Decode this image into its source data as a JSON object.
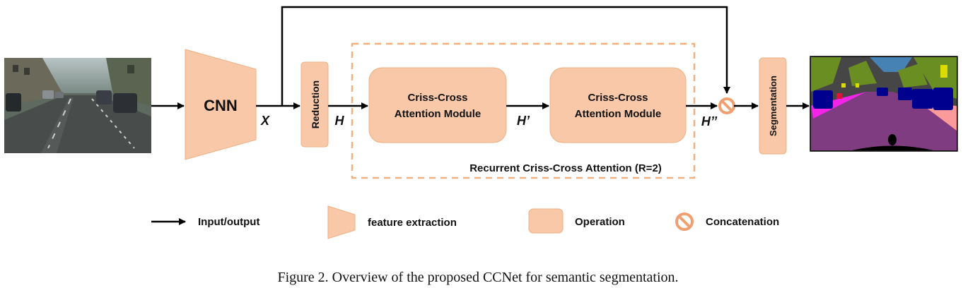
{
  "diagram": {
    "cnn_label": "CNN",
    "x_label": "X",
    "reduction_label": "Reduction",
    "h_label": "H",
    "cca1_line1": "Criss-Cross",
    "cca1_line2": "Attention Module",
    "h1_label": "H’",
    "cca2_line1": "Criss-Cross",
    "cca2_line2": "Attention Module",
    "h2_label": "H’’",
    "rcca_label": "Recurrent Criss-Cross Attention (R=2)",
    "segmentation_label": "Segmentation"
  },
  "legend": {
    "input_output": "Input/output",
    "feature_extraction": "feature extraction",
    "operation": "Operation",
    "concatenation": "Concatenation"
  },
  "caption": "Figure 2. Overview of the proposed CCNet for semantic segmentation.",
  "colors": {
    "block_fill": "#f8c8a8",
    "block_stroke": "#eeb083",
    "dashed_border": "#f0b080",
    "arrow": "#000000"
  }
}
